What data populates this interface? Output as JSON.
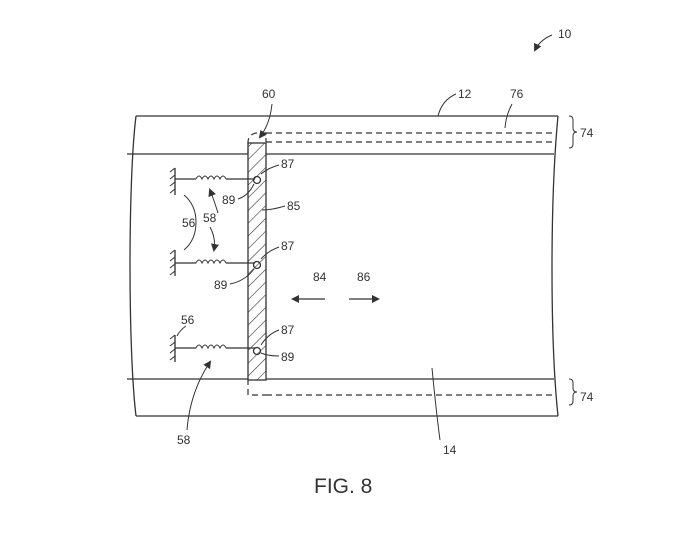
{
  "labels": {
    "ref_10": "10",
    "ref_12": "12",
    "ref_76": "76",
    "ref_74_top": "74",
    "ref_74_bottom": "74",
    "ref_60": "60",
    "ref_85": "85",
    "ref_87_a": "87",
    "ref_87_b": "87",
    "ref_87_c": "87",
    "ref_89_a": "89",
    "ref_89_b": "89",
    "ref_89_c": "89",
    "ref_56_a": "56",
    "ref_56_b": "56",
    "ref_58_a": "58",
    "ref_58_b": "58",
    "ref_84": "84",
    "ref_86": "86",
    "ref_14": "14"
  },
  "caption": "FIG. 8"
}
